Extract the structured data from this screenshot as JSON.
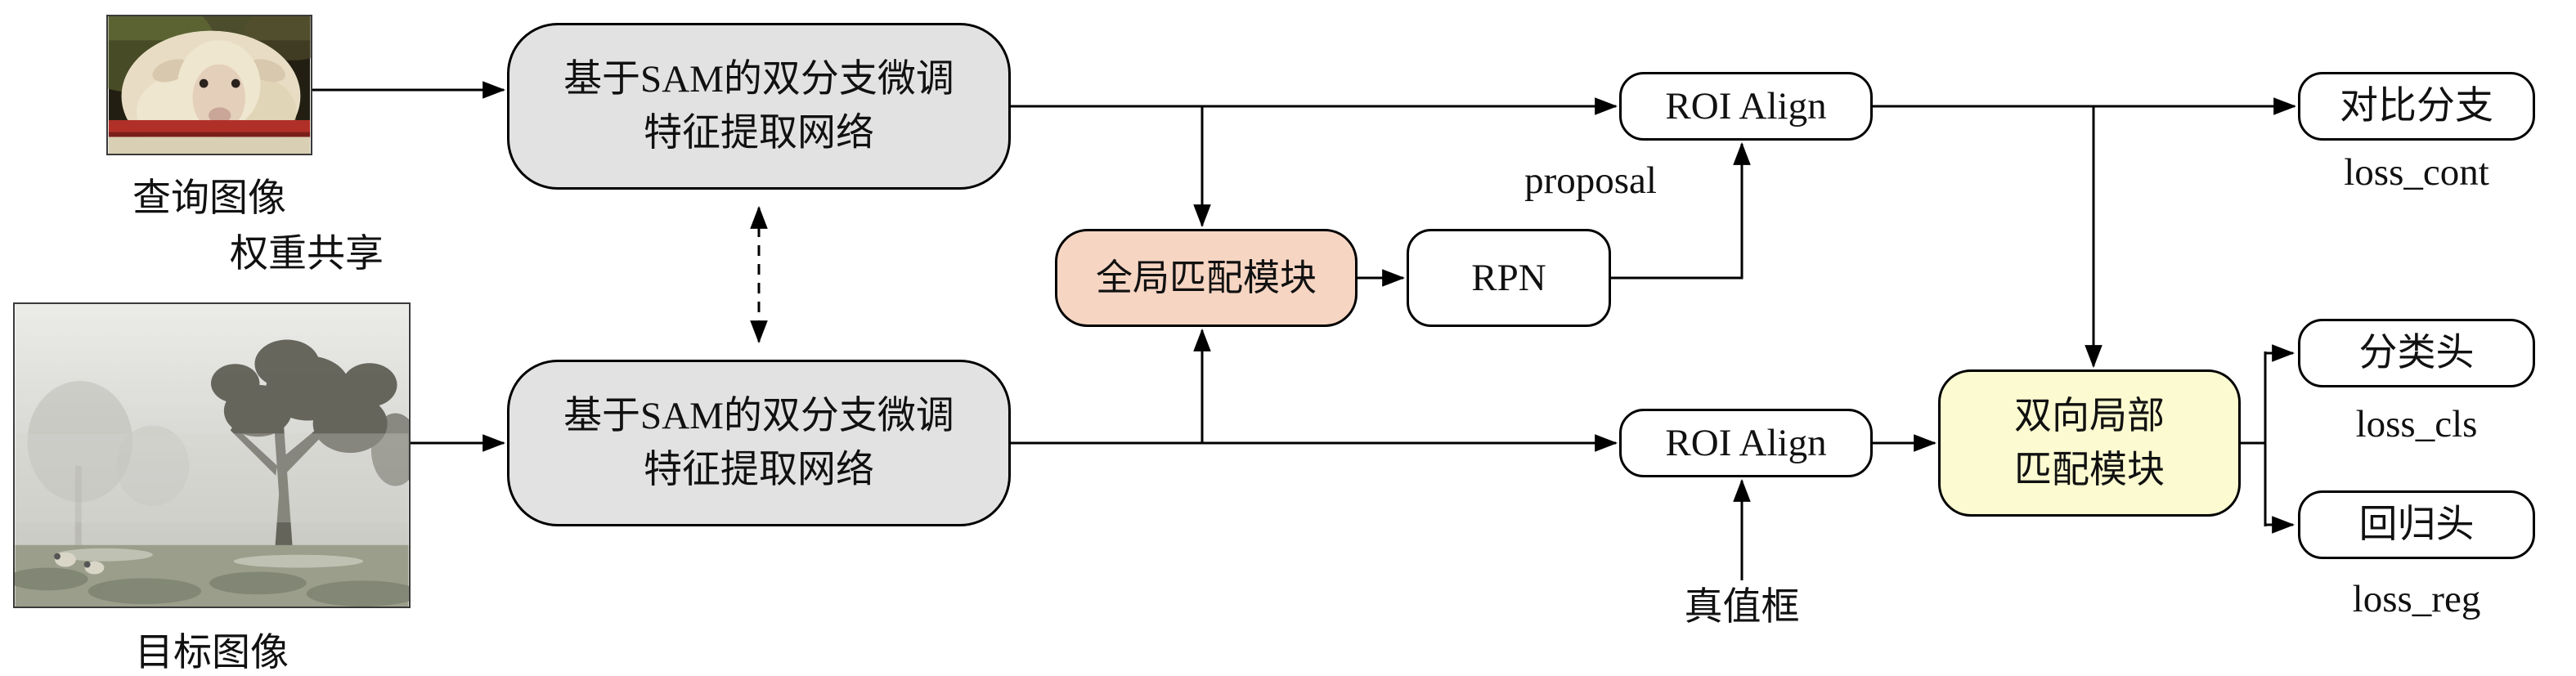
{
  "diagram": {
    "query_image_caption": "查询图像",
    "target_image_caption": "目标图像",
    "weight_sharing_label": "权重共享",
    "backbone_top": {
      "line1": "基于SAM的双分支微调",
      "line2": "特征提取网络"
    },
    "backbone_bottom": {
      "line1": "基于SAM的双分支微调",
      "line2": "特征提取网络"
    },
    "global_match_label": "全局匹配模块",
    "rpn_label": "RPN",
    "proposal_label": "proposal",
    "roi_align_top_label": "ROI Align",
    "roi_align_bottom_label": "ROI Align",
    "contrast_branch_label": "对比分支",
    "loss_cont_label": "loss_cont",
    "local_match": {
      "line1": "双向局部",
      "line2": "匹配模块"
    },
    "cls_head_label": "分类头",
    "loss_cls_label": "loss_cls",
    "reg_head_label": "回归头",
    "loss_reg_label": "loss_reg",
    "gt_box_label": "真值框",
    "colors": {
      "backbone_fill": "#e2e2e2",
      "global_match_fill": "#f6d5c3",
      "local_match_fill": "#fbfad0",
      "node_fill": "#ffffff",
      "line_color": "#000000"
    }
  }
}
